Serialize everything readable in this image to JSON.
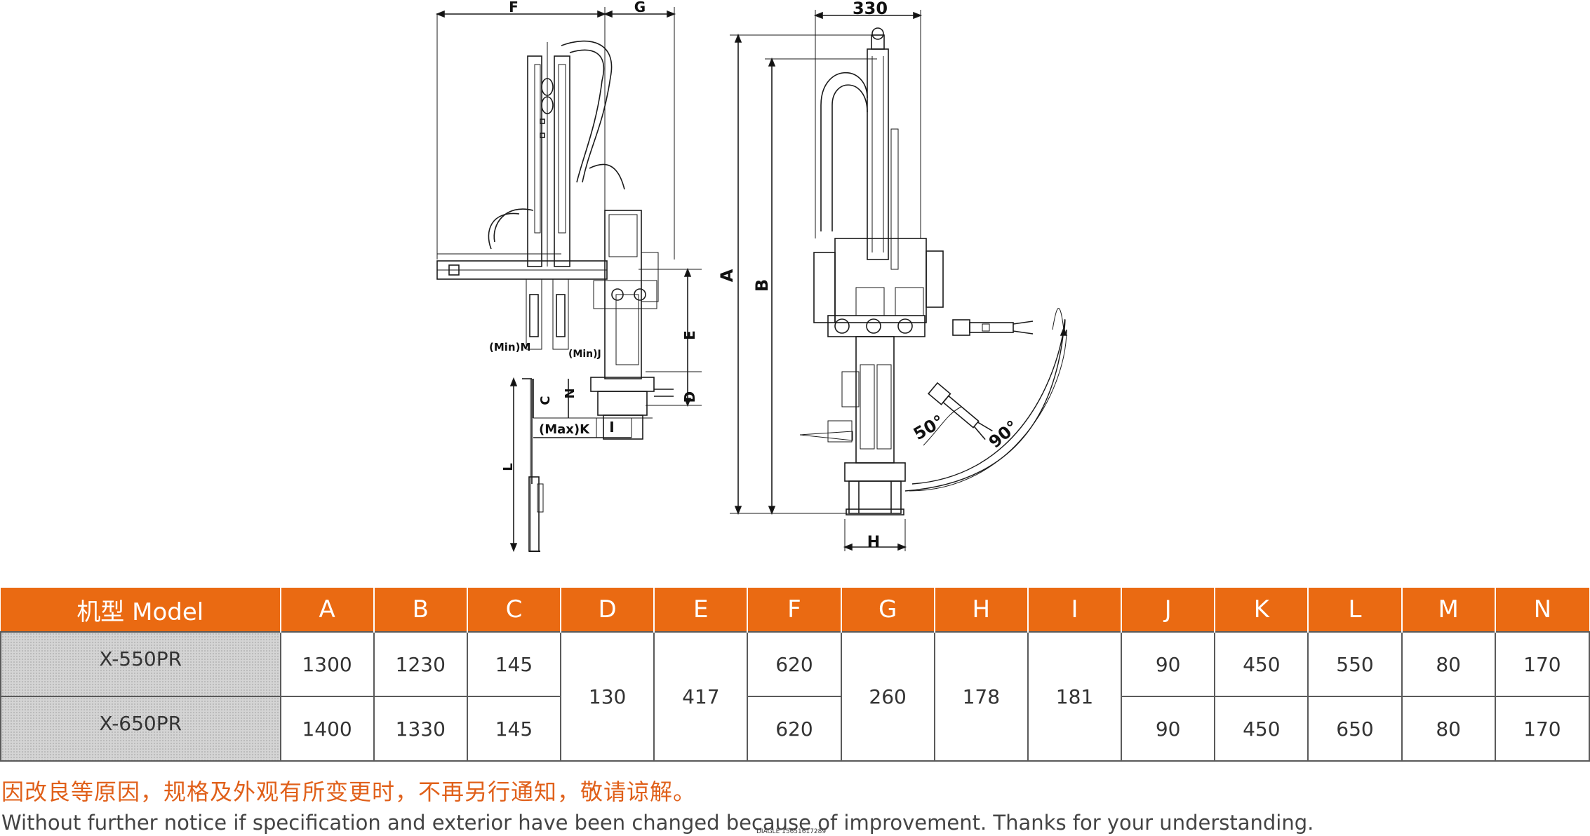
{
  "drawing": {
    "dimension_labels": {
      "F": "F",
      "G": "G",
      "top_width": "330",
      "A": "A",
      "B": "B",
      "E": "E",
      "D": "D",
      "C": "C",
      "N": "N",
      "I": "I",
      "L": "L",
      "H": "H",
      "min_m": "(Min)M",
      "min_j": "(Min)J",
      "max_k": "(Max)K",
      "angle_50": "50°",
      "angle_90": "90°"
    }
  },
  "table": {
    "headers": [
      "机型 Model",
      "A",
      "B",
      "C",
      "D",
      "E",
      "F",
      "G",
      "H",
      "I",
      "J",
      "K",
      "L",
      "M",
      "N"
    ],
    "rows": [
      {
        "model": "X-550PR",
        "A": "1300",
        "B": "1230",
        "C": "145",
        "F": "620",
        "J": "90",
        "K": "450",
        "L": "550",
        "M": "80",
        "N": "170"
      },
      {
        "model": "X-650PR",
        "A": "1400",
        "B": "1330",
        "C": "145",
        "F": "620",
        "J": "90",
        "K": "450",
        "L": "650",
        "M": "80",
        "N": "170"
      }
    ],
    "shared": {
      "D": "130",
      "E": "417",
      "G": "260",
      "H": "178",
      "I": "181"
    }
  },
  "notes": {
    "cn": "因改良等原因，规格及外观有所变更时，不再另行通知，敬请谅解。",
    "en": "Without further notice if specification and exterior have been changed because of improvement. Thanks for your understanding.",
    "watermark": "DIAGLE 15651617289"
  },
  "colors": {
    "header_bg": "#ea6a12",
    "note_cn": "#e0601a",
    "model_cell_bg": "#d4d4d4"
  }
}
